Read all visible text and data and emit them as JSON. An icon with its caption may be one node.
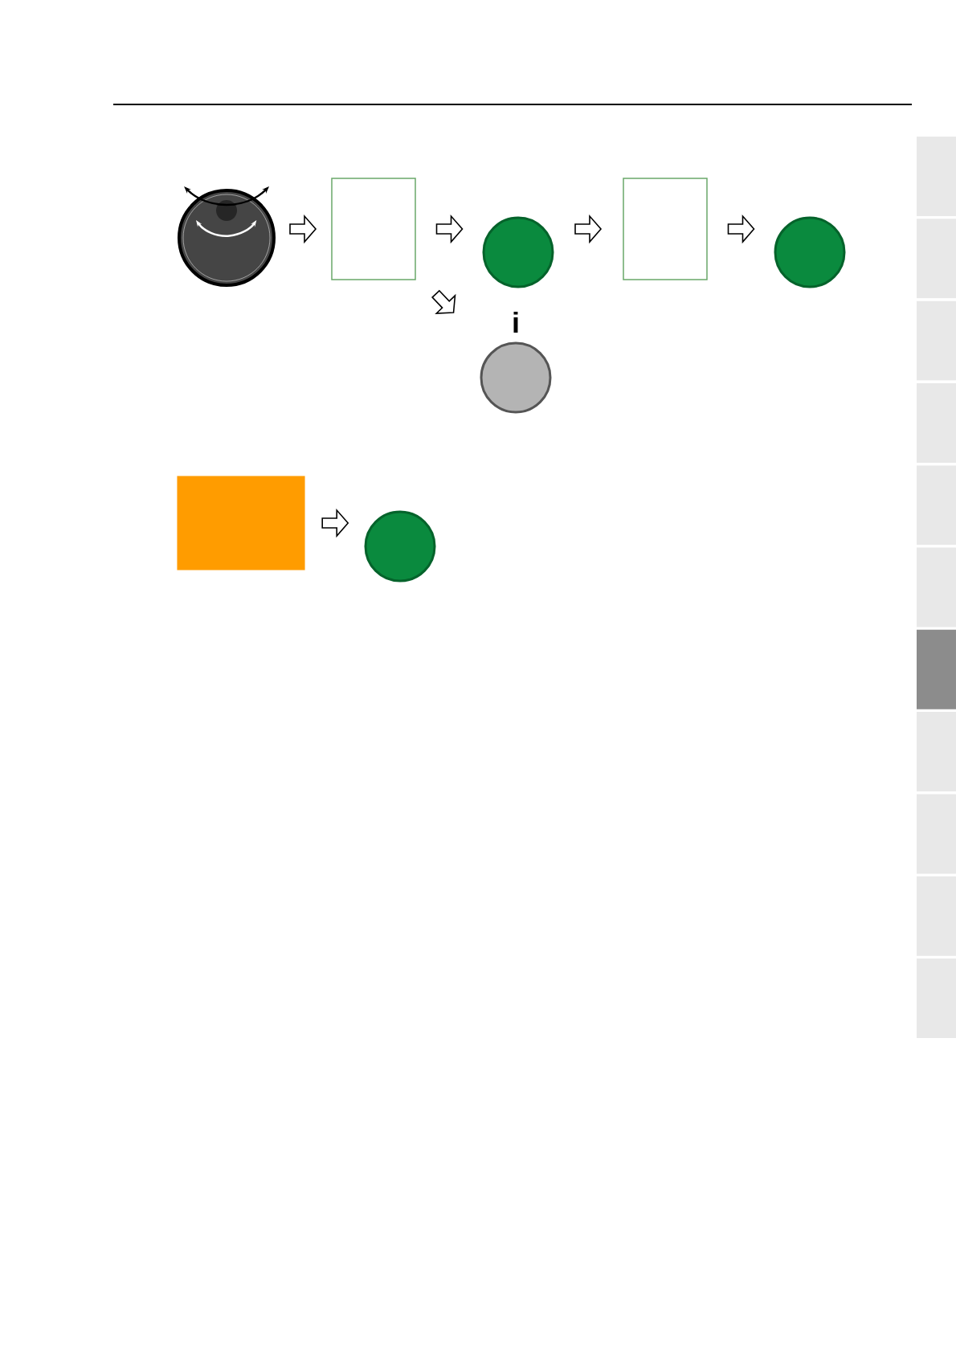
{
  "diagram": {
    "nodes": [
      {
        "text": [],
        "shape": "circle"
      },
      {
        "text": [],
        "shape": "box"
      },
      {
        "text": [],
        "shape": "circle"
      },
      {
        "text": [],
        "shape": "box"
      },
      {
        "text": [],
        "shape": "circle"
      },
      {
        "text": [],
        "shape": "circle"
      },
      {
        "text": [],
        "shape": "box"
      },
      {
        "text": [],
        "shape": "circle"
      }
    ],
    "edges": [
      {
        "from": 0,
        "to": 1,
        "arrow": "to"
      },
      {
        "from": 1,
        "to": 2,
        "arrow": "to"
      },
      {
        "from": 1,
        "to": 5,
        "arrow": "to"
      },
      {
        "from": 2,
        "to": 3,
        "arrow": "to"
      },
      {
        "from": 3,
        "to": 4,
        "arrow": "to"
      },
      {
        "from": 6,
        "to": 7,
        "arrow": "to"
      }
    ],
    "labels": [
      "i"
    ]
  }
}
